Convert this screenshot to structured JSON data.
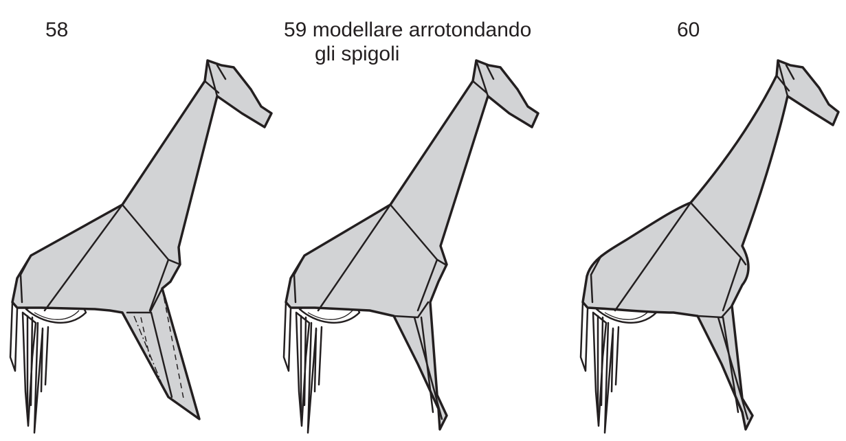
{
  "steps": [
    {
      "number": "58",
      "caption": ""
    },
    {
      "number": "59",
      "caption": "modellare arrotondando",
      "caption_line2": "gli spigoli"
    },
    {
      "number": "60",
      "caption": ""
    }
  ],
  "colors": {
    "paper_gray": "#d2d3d5",
    "line": "#231f20",
    "background": "#ffffff"
  }
}
